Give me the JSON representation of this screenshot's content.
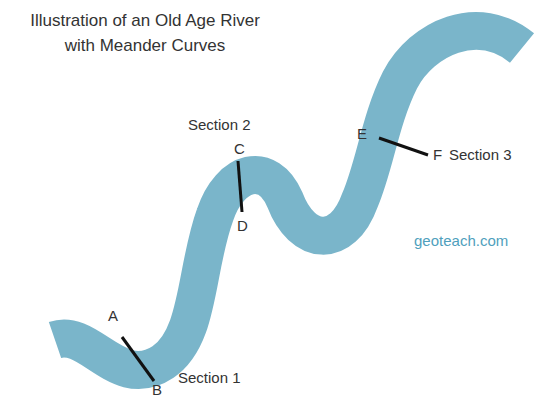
{
  "diagram": {
    "title": "Illustration of an Old Age River with Meander Curves",
    "labels": [
      "Section 2",
      "C",
      "E",
      "F",
      "Section 3",
      "D",
      "geoteach.com",
      "A",
      "Section 1",
      "B"
    ]
  }
}
